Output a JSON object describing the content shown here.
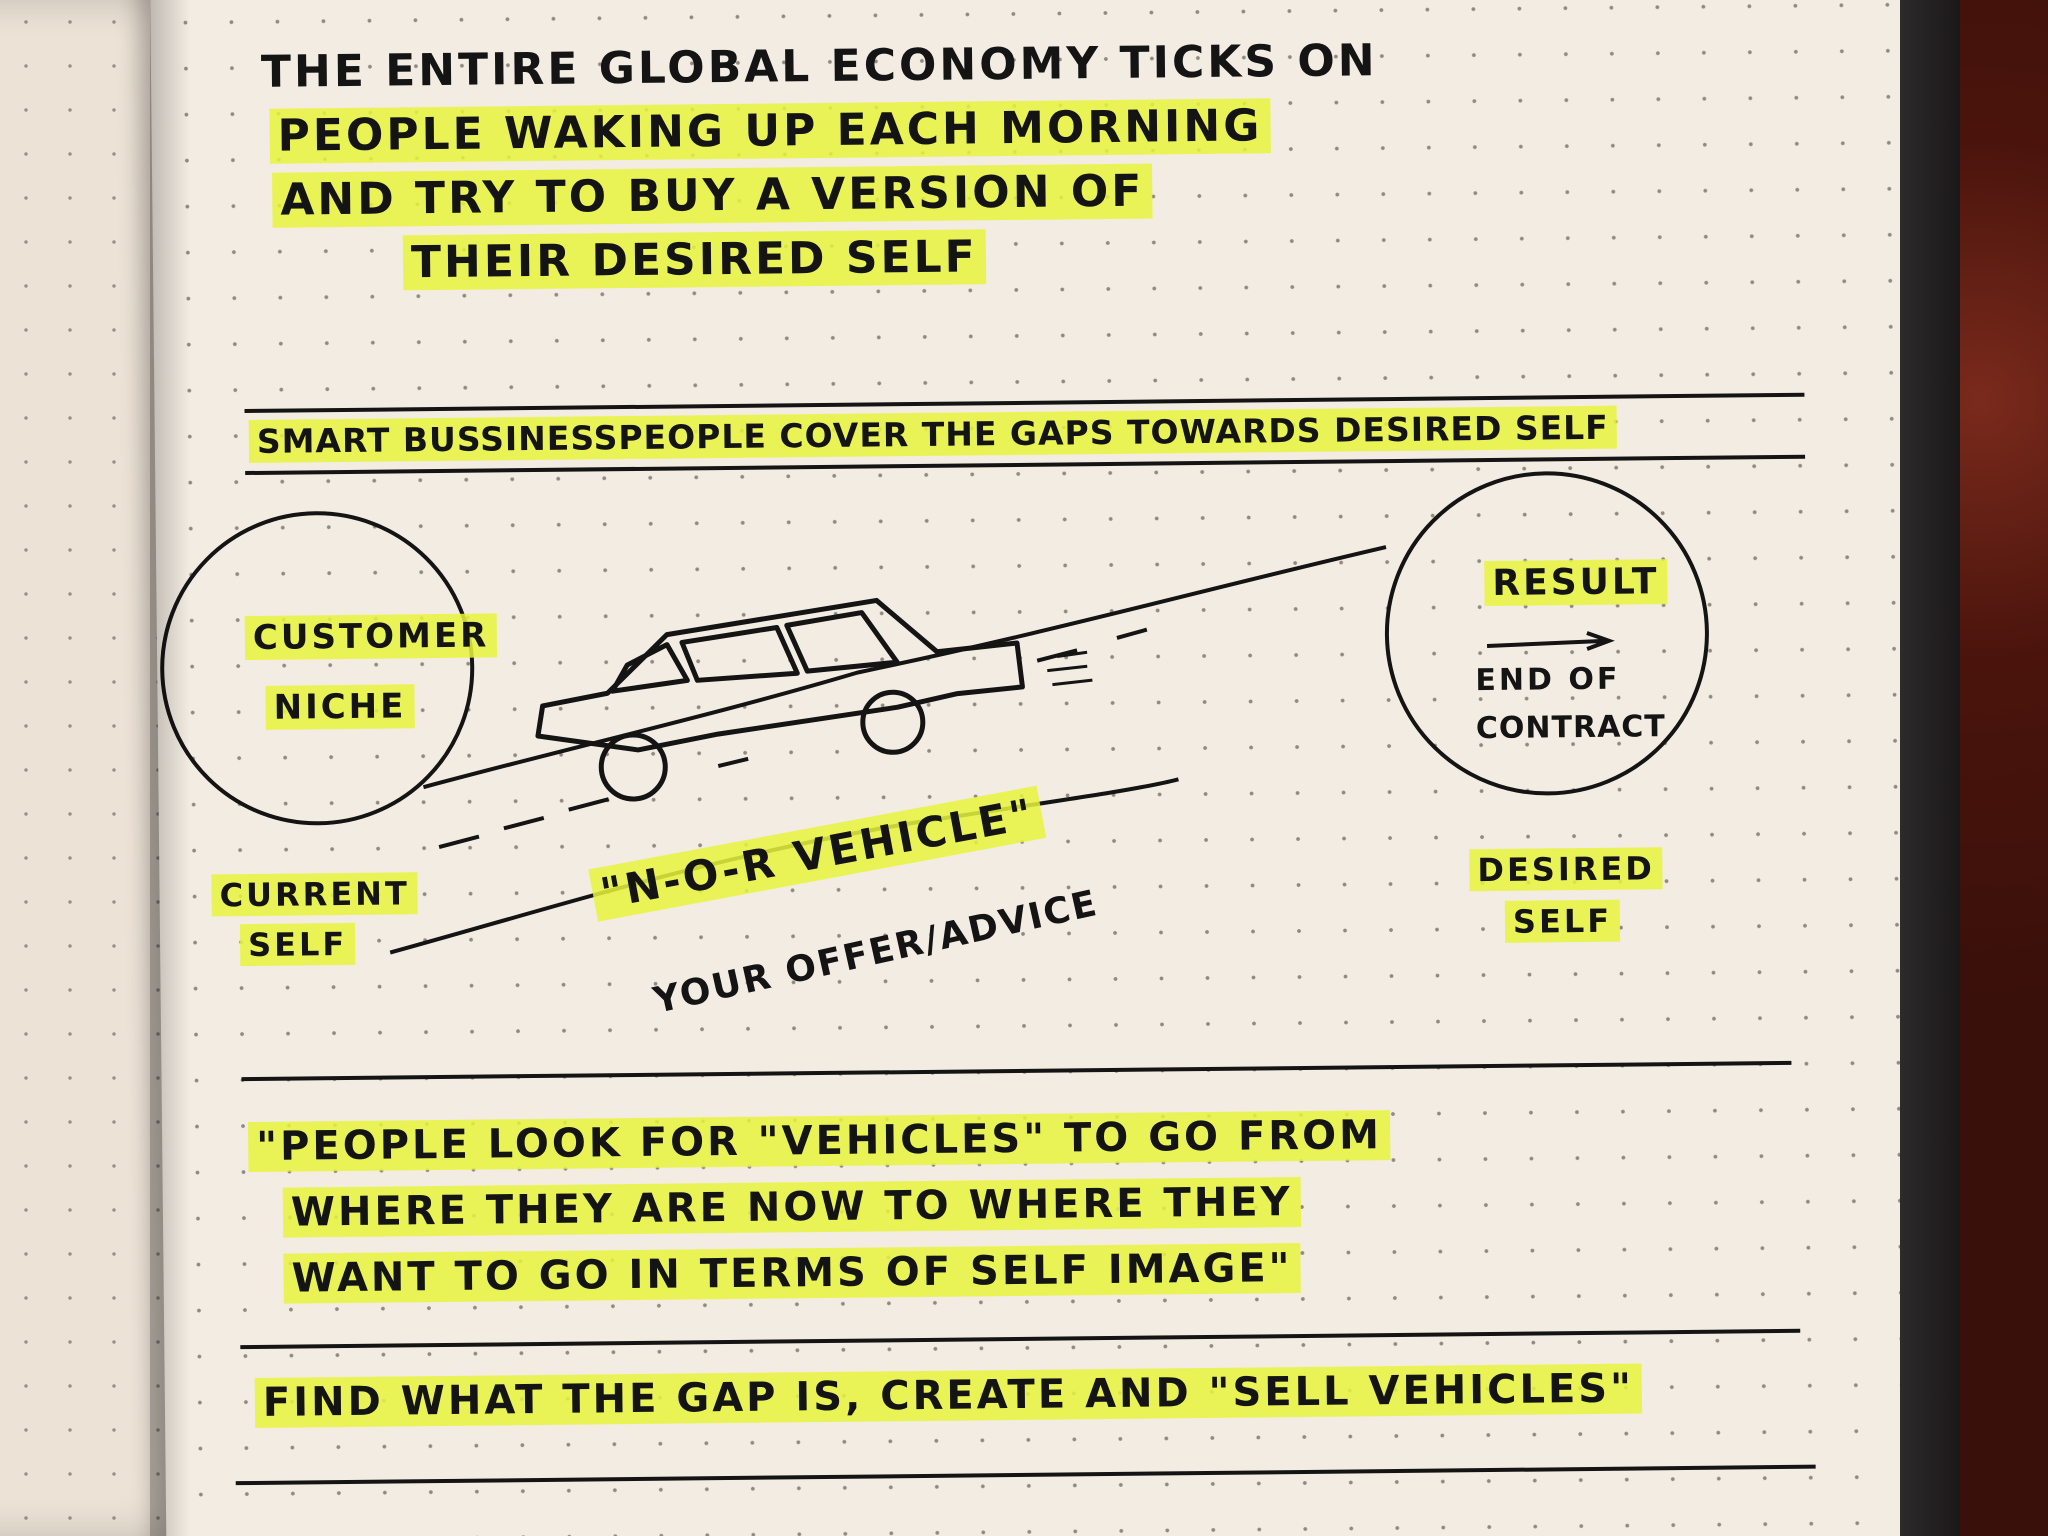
{
  "heading": {
    "line1": "THE ENTIRE GLOBAL ECONOMY TICKS ON",
    "line2": "PEOPLE WAKING UP EACH MORNING",
    "line3": "AND TRY TO BUY A VERSION OF",
    "line4": "THEIR DESIRED SELF"
  },
  "banner": "SMART BUSSINESSPEOPLE COVER THE GAPS TOWARDS DESIRED SELF",
  "diagram": {
    "left_circle": {
      "line1": "CUSTOMER",
      "line2": "NICHE"
    },
    "left_caption": {
      "line1": "CURRENT",
      "line2": "SELF"
    },
    "right_circle": {
      "line1": "RESULT",
      "line2": "END OF",
      "line3": "CONTRACT"
    },
    "right_caption": {
      "line1": "DESIRED",
      "line2": "SELF"
    },
    "vehicle_label": "\"N-O-R VEHICLE\"",
    "vehicle_sub": "YOUR OFFER/ADVICE"
  },
  "quote": {
    "line1": "\"PEOPLE LOOK FOR \"VEHICLES\" TO GO FROM",
    "line2": "WHERE THEY ARE NOW TO WHERE THEY",
    "line3": "WANT TO GO IN TERMS OF SELF IMAGE\""
  },
  "conclusion": "FIND WHAT THE GAP IS, CREATE AND \"SELL VEHICLES\""
}
